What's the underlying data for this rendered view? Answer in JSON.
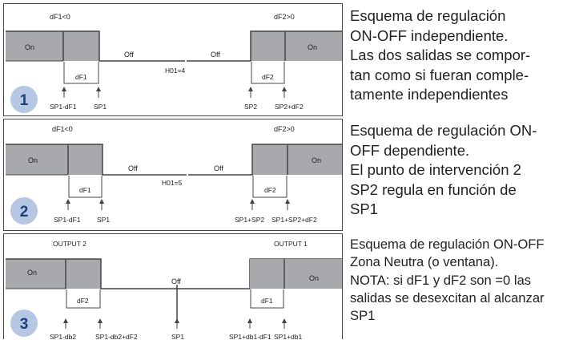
{
  "panels": [
    {
      "number": "1",
      "top_left_label": "dF1<0",
      "top_right_label": "dF2>0",
      "left_on": "On",
      "left_off": "Off",
      "right_off": "Off",
      "right_on": "On",
      "center_label": "H01=4",
      "left_diff": "dF1",
      "right_diff": "dF2",
      "arrows": [
        "SP1-dF1",
        "SP1",
        "SP2",
        "SP2+dF2"
      ],
      "description": [
        "Esquema de regulación",
        "ON-OFF independiente.",
        "Las dos salidas se compor-",
        "tan como si fueran comple-",
        "tamente independientes"
      ]
    },
    {
      "number": "2",
      "top_left_label": "dF1<0",
      "top_right_label": "dF2>0",
      "left_on": "On",
      "left_off": "Off",
      "right_off": "Off",
      "right_on": "On",
      "center_label": "H01=5",
      "left_diff": "dF1",
      "right_diff": "dF2",
      "arrows": [
        "SP1-dF1",
        "SP1",
        "SP1+SP2",
        "SP1+SP2+dF2"
      ],
      "description": [
        "Esquema de regulación ON-",
        "OFF dependiente.",
        "El punto de intervención 2",
        "SP2 regula en función de",
        "SP1"
      ]
    },
    {
      "number": "3",
      "top_left_label": "OUTPUT 2",
      "top_right_label": "OUTPUT 1",
      "left_on": "On",
      "center_off": "Off",
      "right_on": "On",
      "left_diff": "dF2",
      "right_diff": "dF1",
      "arrows": [
        "SP1-db2",
        "SP1-db2+dF2",
        "SP1",
        "SP1+db1-dF1",
        "SP1+db1"
      ],
      "description": [
        "Esquema de regulación ON-OFF",
        "Zona Neutra (o ventana).",
        "NOTA: si dF1 y dF2 son =0 las",
        "salidas se desexcitan al alcanzar",
        "SP1"
      ]
    }
  ],
  "colors": {
    "on_fill": "#a7a9ac",
    "badge_fill": "#b5c7e2",
    "badge_text": "#1f3f7a",
    "line": "#444444"
  }
}
